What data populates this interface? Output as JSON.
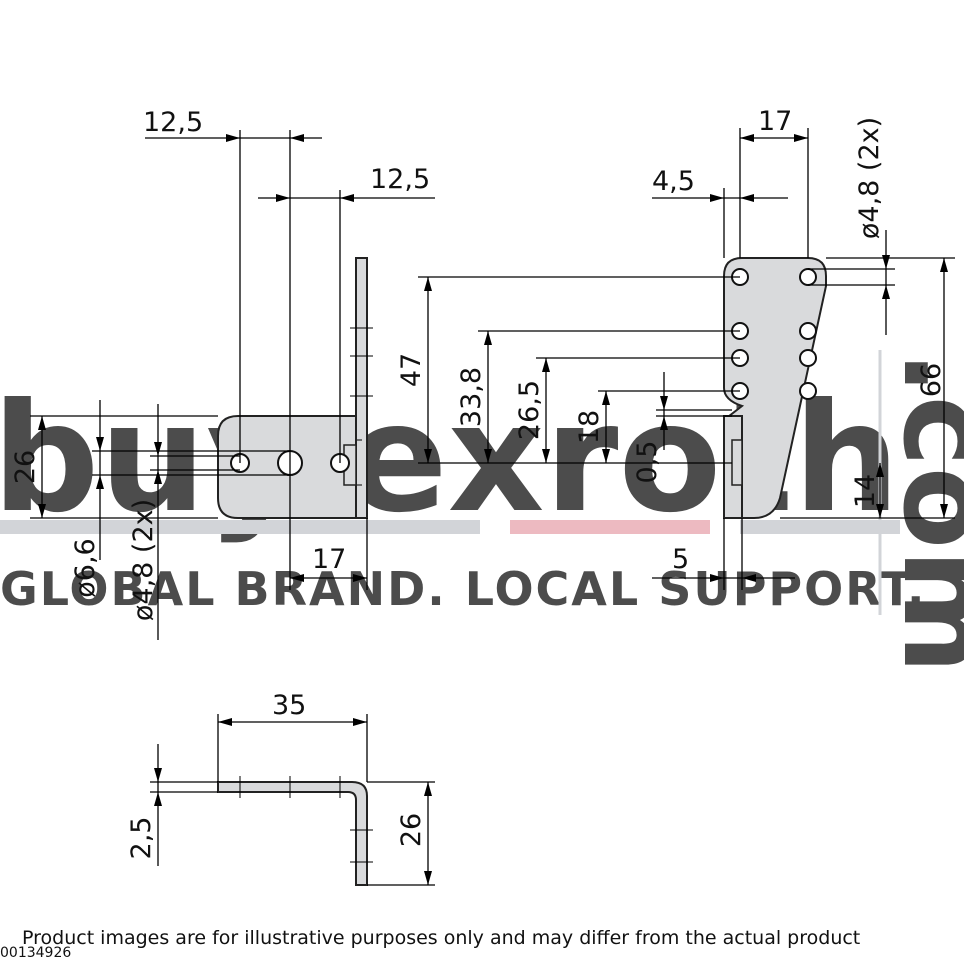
{
  "watermark": {
    "brand_part1": "buy",
    "brand_part2": "rexroth",
    "domain": ".com",
    "tagline": "GLOBAL BRAND.  LOCAL SUPPORT.",
    "color_red": "#e8a4ad",
    "color_gray": "#c3c6cc"
  },
  "dimensions": {
    "top_left_width": "12,5",
    "top_right_width": "12,5",
    "left_height": "26",
    "hole_large": "ø6,6",
    "hole_small_left": "ø4,8 (2x)",
    "left_bottom_width": "17",
    "right_top_width": "17",
    "right_offset": "4,5",
    "right_hole": "ø4,8 (2x)",
    "h47": "47",
    "h33_8": "33,8",
    "h26_5": "26,5",
    "h18": "18",
    "h0_5": "0,5",
    "h66": "66",
    "h14": "14",
    "right_bottom_width": "5",
    "bottom_width": "35",
    "bottom_thickness": "2,5",
    "bottom_height": "26"
  },
  "footer": {
    "disclaimer": "Product images are for illustrative purposes only and may differ from the actual product",
    "code": "00134926"
  }
}
